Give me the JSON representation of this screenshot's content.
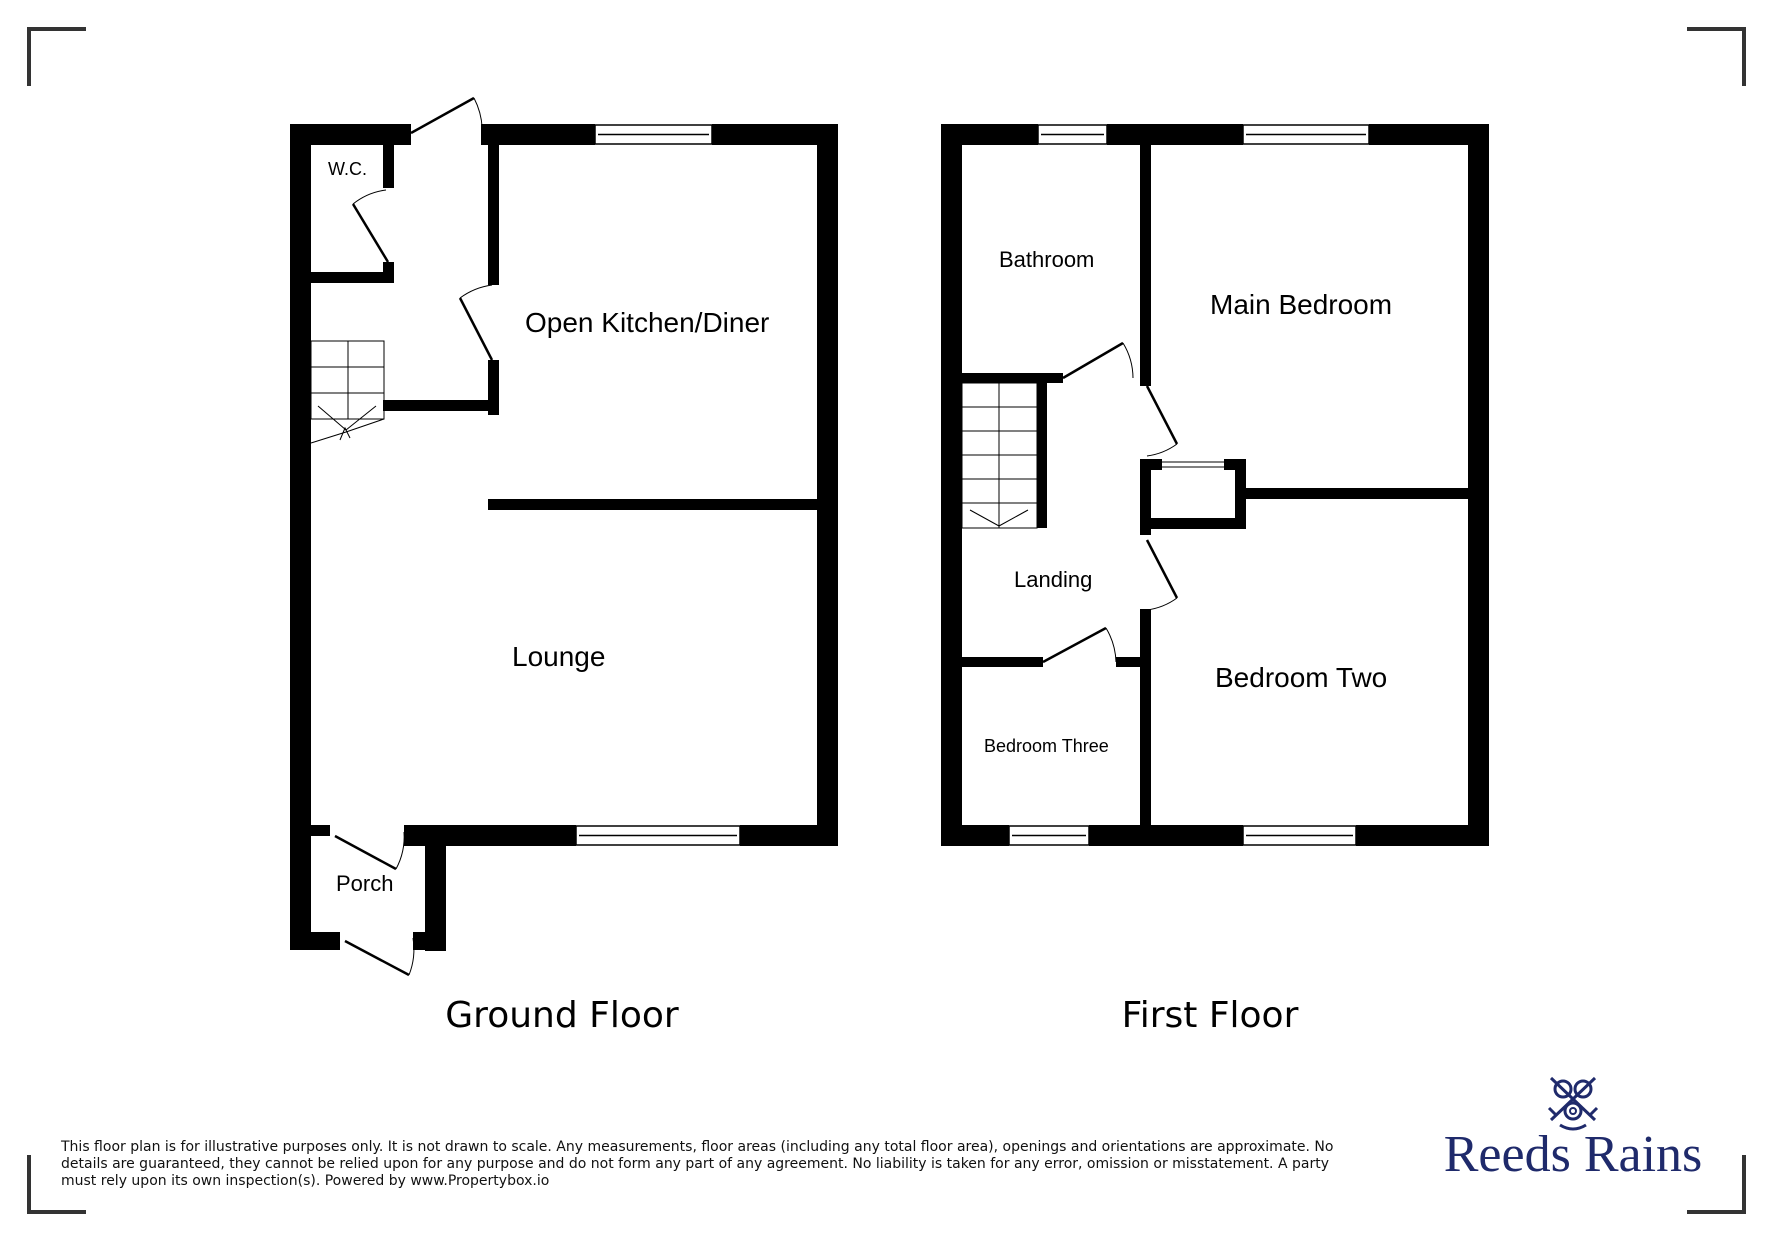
{
  "ground_floor": {
    "title": "Ground Floor",
    "rooms": {
      "wc": "W.C.",
      "kitchen": "Open Kitchen/Diner",
      "lounge": "Lounge",
      "porch": "Porch"
    }
  },
  "first_floor": {
    "title": "First Floor",
    "rooms": {
      "bathroom": "Bathroom",
      "main_bedroom": "Main Bedroom",
      "landing": "Landing",
      "bedroom_two": "Bedroom Two",
      "bedroom_three": "Bedroom Three"
    }
  },
  "disclaimer": "This floor plan is for illustrative purposes only. It is not drawn to scale. Any measurements, floor areas (including any total floor area), openings and orientations are approximate. No details are guaranteed, they cannot be relied upon for any purpose and do not form any part of any agreement. No liability is taken for any error, omission or misstatement. A party must rely upon its own inspection(s). Powered by www.Propertybox.io",
  "brand": {
    "name": "Reeds Rains",
    "logo_icon": "crossed-keys-icon",
    "color": "#1f2a6b"
  },
  "colors": {
    "walls": "#000000",
    "background": "#ffffff"
  }
}
